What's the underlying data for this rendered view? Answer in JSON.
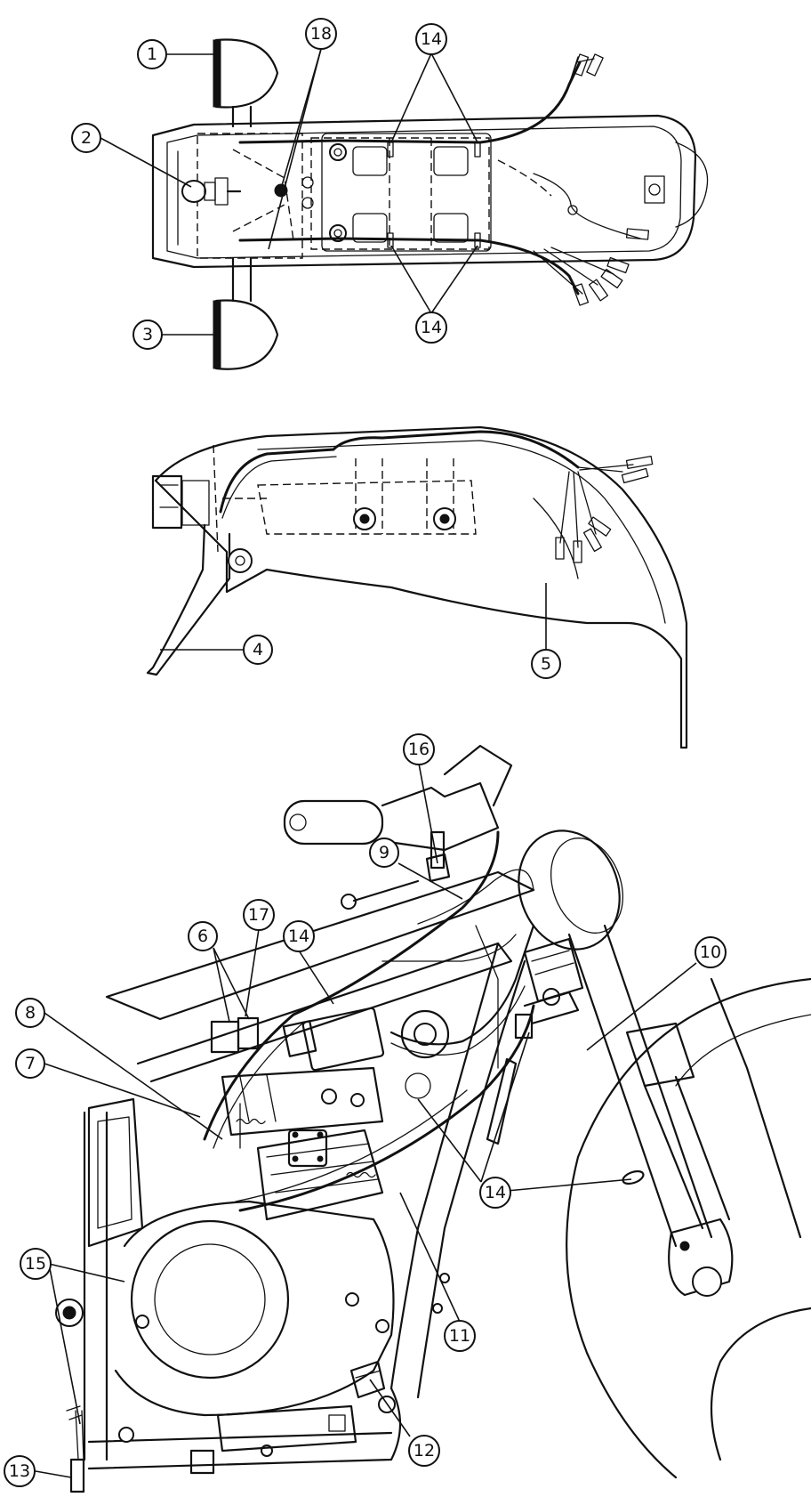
{
  "callouts": [
    {
      "id": "c1",
      "label": "1"
    },
    {
      "id": "c2",
      "label": "2"
    },
    {
      "id": "c3",
      "label": "3"
    },
    {
      "id": "c4",
      "label": "4"
    },
    {
      "id": "c5",
      "label": "5"
    },
    {
      "id": "c6",
      "label": "6"
    },
    {
      "id": "c7",
      "label": "7"
    },
    {
      "id": "c8",
      "label": "8"
    },
    {
      "id": "c9",
      "label": "9"
    },
    {
      "id": "c10",
      "label": "10"
    },
    {
      "id": "c11",
      "label": "11"
    },
    {
      "id": "c12",
      "label": "12"
    },
    {
      "id": "c13",
      "label": "13"
    },
    {
      "id": "c14a",
      "label": "14"
    },
    {
      "id": "c14b",
      "label": "14"
    },
    {
      "id": "c14c",
      "label": "14"
    },
    {
      "id": "c14d",
      "label": "14"
    },
    {
      "id": "c15",
      "label": "15"
    },
    {
      "id": "c16",
      "label": "16"
    },
    {
      "id": "c17",
      "label": "17"
    },
    {
      "id": "c18",
      "label": "18"
    }
  ]
}
